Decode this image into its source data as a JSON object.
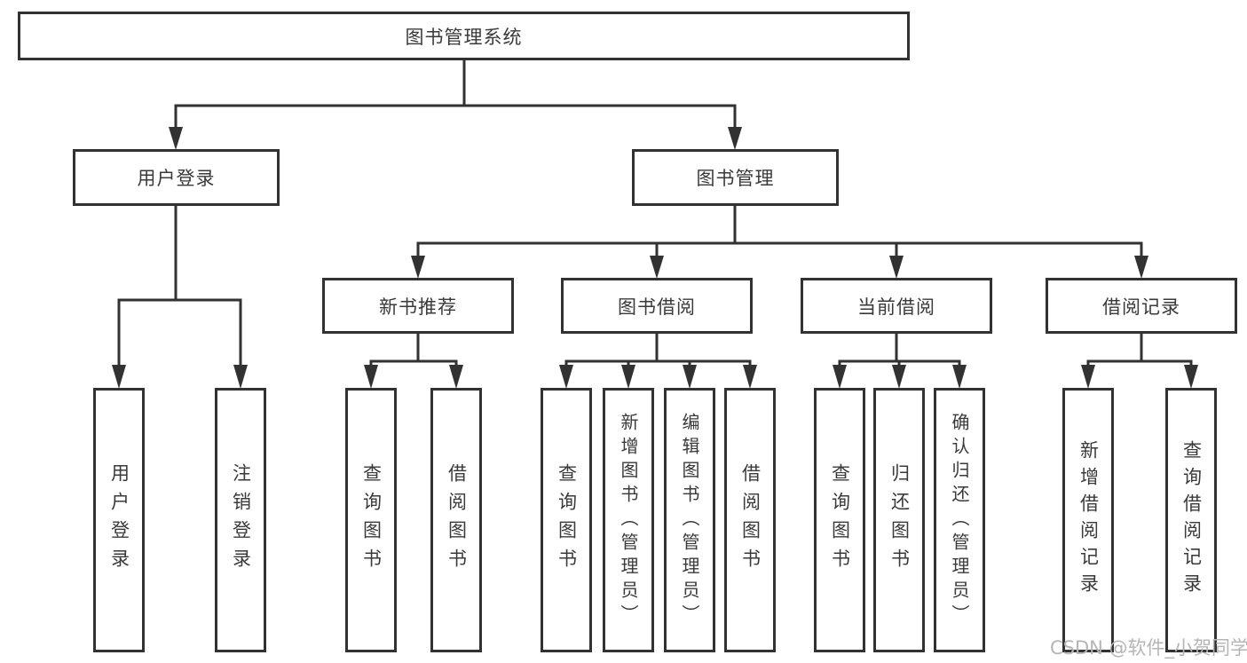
{
  "diagram": {
    "root": {
      "label": "图书管理系统"
    },
    "branches": [
      {
        "label": "用户登录",
        "leaves": [
          {
            "label": "用户登录"
          },
          {
            "label": "注销登录"
          }
        ]
      },
      {
        "label": "图书管理",
        "groups": [
          {
            "label": "新书推荐",
            "leaves": [
              {
                "label": "查询图书"
              },
              {
                "label": "借阅图书"
              }
            ]
          },
          {
            "label": "图书借阅",
            "leaves": [
              {
                "label": "查询图书"
              },
              {
                "label": "新增图书（管理员）"
              },
              {
                "label": "编辑图书（管理员）"
              },
              {
                "label": "借阅图书"
              }
            ]
          },
          {
            "label": "当前借阅",
            "leaves": [
              {
                "label": "查询图书"
              },
              {
                "label": "归还图书"
              },
              {
                "label": "确认归还（管理员）"
              }
            ]
          },
          {
            "label": "借阅记录",
            "leaves": [
              {
                "label": "新增借阅记录"
              },
              {
                "label": "查询借阅记录"
              }
            ]
          }
        ]
      }
    ]
  },
  "watermark": {
    "text": "CSDN @软件_小贺同学"
  },
  "colors": {
    "line": "#323232",
    "node_border": "#323232",
    "node_text": "#3a3a3a",
    "watermark_text": "#b5b5b5",
    "background": "#ffffff"
  }
}
